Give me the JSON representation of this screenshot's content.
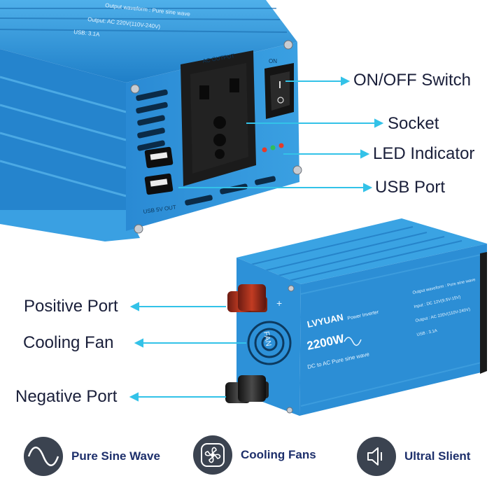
{
  "callouts": {
    "on_off_switch": "ON/OFF Switch",
    "socket": "Socket",
    "led_indicator": "LED Indicator",
    "usb_port": "USB Port",
    "positive_port": "Positive Port",
    "cooling_fan": "Cooling Fan",
    "negative_port": "Negative Port"
  },
  "rear_panel": {
    "ac_output": "AC OUTPUT",
    "on": "ON",
    "usb_label": "USB 5V OUT",
    "top_spec_1": "Output waveform : Pure sine wave",
    "top_spec_2": "Output: AC 220V(110V-240V)",
    "top_spec_3": "USB: 3.1A"
  },
  "product": {
    "brand": "LVYUAN",
    "subtitle": "Power Inverter",
    "power": "2200W",
    "tagline": "DC to AC Pure sine wave",
    "fan_text": "FAN",
    "spec_1": "Output waveform : Pure sine wave",
    "spec_2": "Input : DC 12V(9.5V-15V)",
    "spec_3": "Output : AC 220V(110V-240V)",
    "spec_4": "USB : 3.1A"
  },
  "features": [
    {
      "label": "Pure Sine Wave",
      "icon": "sine-wave-icon"
    },
    {
      "label": "Cooling Fans",
      "icon": "fan-icon"
    },
    {
      "label": "Ultral Slient",
      "icon": "speaker-mute-icon"
    }
  ],
  "colors": {
    "inverter_blue": "#2d8fd6",
    "callout_line": "#33c2e8",
    "text_navy": "#1d2f6b"
  }
}
